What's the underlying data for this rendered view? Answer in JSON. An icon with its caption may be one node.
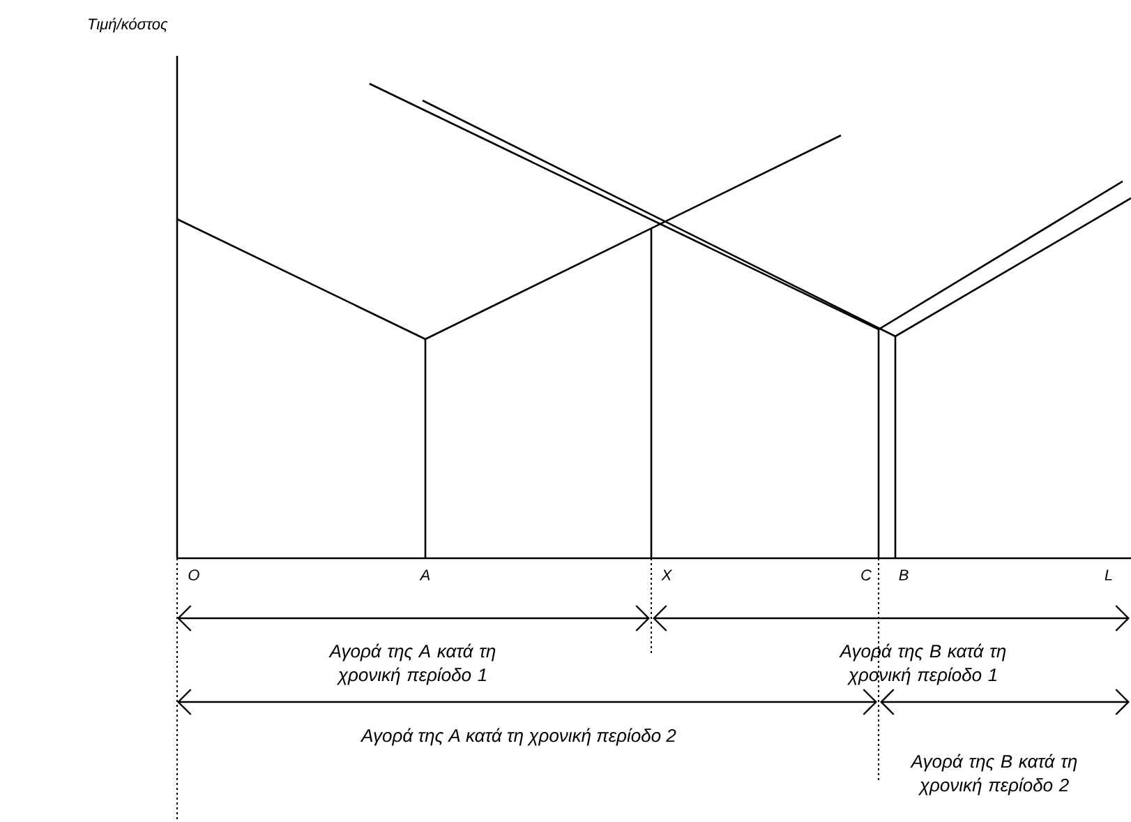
{
  "diagram": {
    "labels": [
      "Τιμή/κόστος",
      "O",
      "A",
      "X",
      "C",
      "B",
      "L",
      "Αγορά της A κατά τη χρονική περίοδο 1",
      "Αγορά της B κατά τη χρονική περίοδο 1",
      "Αγορά της A κατά τη χρονική περίοδο 2",
      "Αγορά της B κατά τη χρονική περίοδο 2"
    ]
  }
}
